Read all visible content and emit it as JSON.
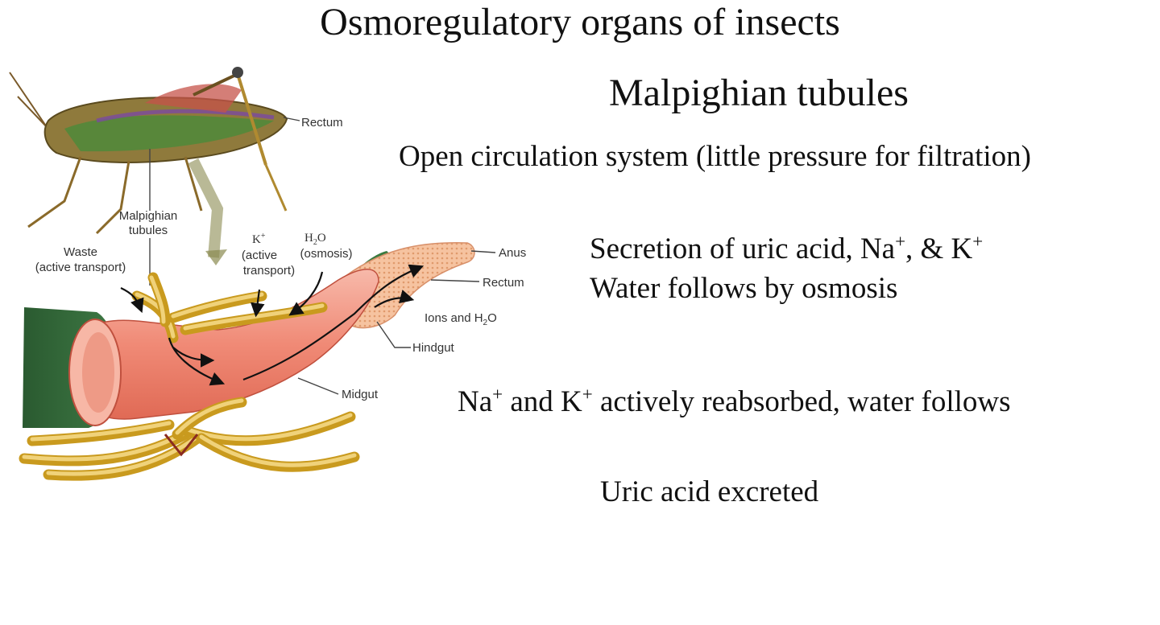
{
  "slide": {
    "title": "Osmoregulatory organs of insects",
    "subtitle": "Malpighian tubules",
    "open_circulation": "Open circulation system (little pressure for filtration)",
    "secretion": {
      "pre": "Secretion of uric acid, Na",
      "sup1": "+",
      "mid": ", & K",
      "sup2": "+"
    },
    "water_follows": "Water follows by osmosis",
    "reabsorption": {
      "a": "Na",
      "sup1": "+",
      "b": " and  K",
      "sup2": "+",
      "c": " actively reabsorbed, water follows"
    },
    "uric_excreted": "Uric acid excreted"
  },
  "diagram": {
    "labels": {
      "rectum_top": "Rectum",
      "malpighian_1": "Malpighian",
      "malpighian_2": "tubules",
      "waste_1": "Waste",
      "waste_2": "(active transport)",
      "k_1": "K",
      "k_sup": "+",
      "k_2": "(active",
      "k_3": "transport)",
      "h2o_1": "H",
      "h2o_sub": "2",
      "h2o_1b": "O",
      "h2o_2": "(osmosis)",
      "anus": "Anus",
      "rectum": "Rectum",
      "ions_pre": "Ions and H",
      "ions_sub": "2",
      "ions_post": "O",
      "hindgut": "Hindgut",
      "midgut": "Midgut"
    },
    "colors": {
      "gut_pink": "#f2a08f",
      "gut_dark": "#d9634f",
      "tubule": "#d8a93a",
      "green": "#2f6b38",
      "rectum_tan": "#f4bf98"
    }
  }
}
